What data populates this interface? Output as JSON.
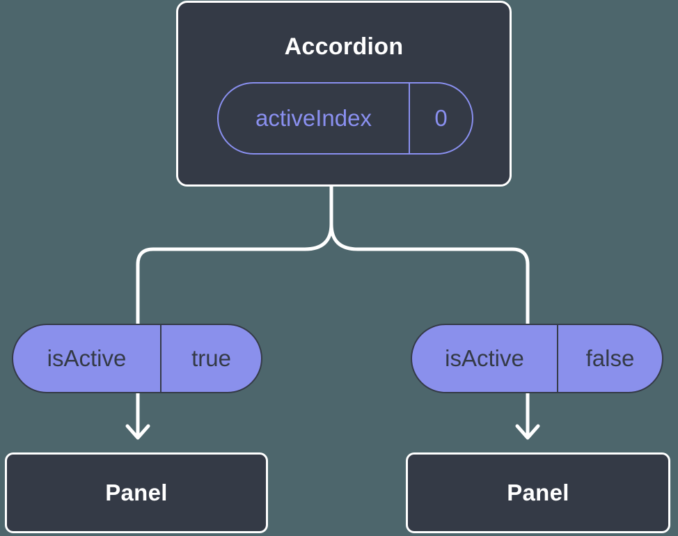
{
  "tree": {
    "root": {
      "title": "Accordion",
      "state_pill": {
        "name": "activeIndex",
        "value": "0"
      }
    },
    "branches": [
      {
        "prop_pill": {
          "name": "isActive",
          "value": "true"
        },
        "node": {
          "title": "Panel"
        }
      },
      {
        "prop_pill": {
          "name": "isActive",
          "value": "false"
        },
        "node": {
          "title": "Panel"
        }
      }
    ]
  },
  "icons": {
    "arrow_down": "chevron-down drawn as white SVG stroke"
  },
  "colors": {
    "background": "#4D666C",
    "node_fill": "#343A46",
    "node_border": "#FFFFFF",
    "node_text": "#FFFFFF",
    "state_pill_accent": "#8A90F0",
    "prop_pill_fill": "#8A90EC",
    "prop_pill_text": "#343A46",
    "connector": "#FFFFFF"
  }
}
